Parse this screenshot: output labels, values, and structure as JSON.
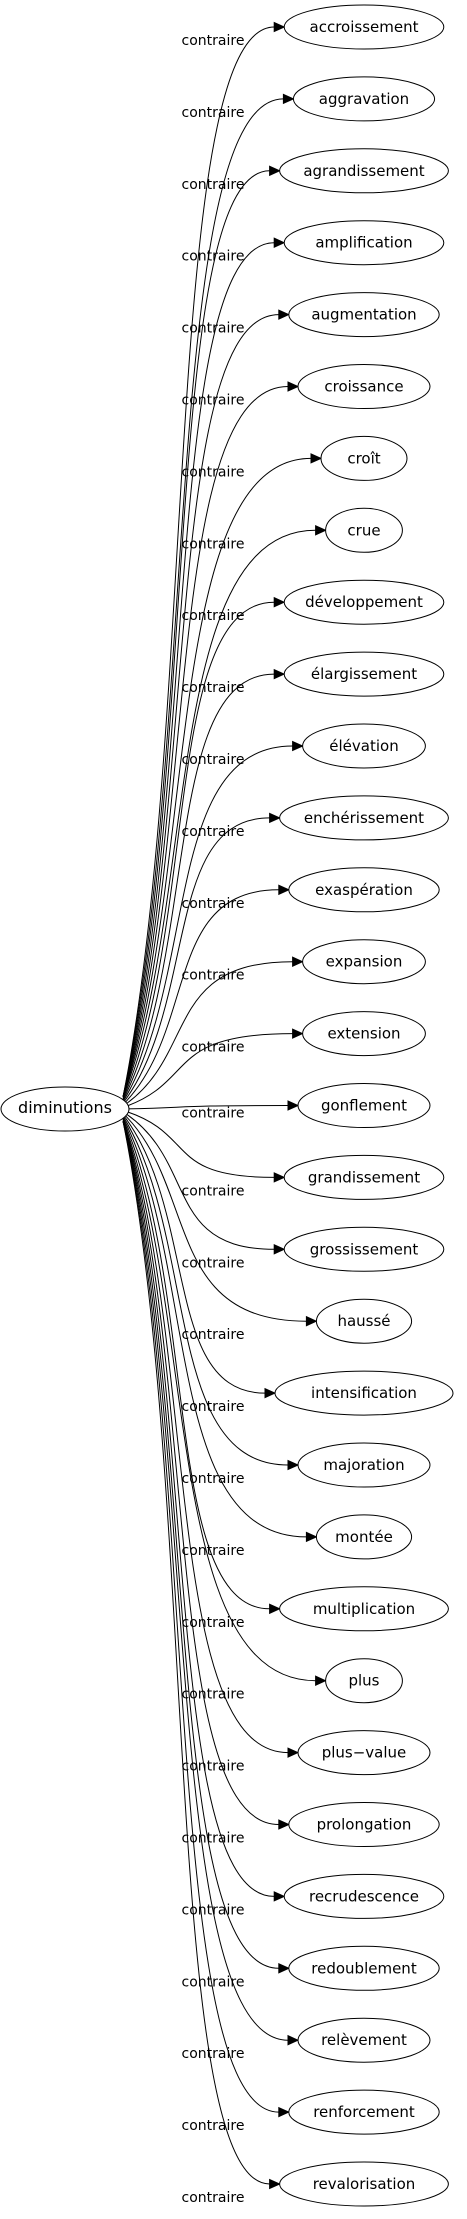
{
  "graph": {
    "center": {
      "label": "diminutions"
    },
    "edge_label": "contraire",
    "targets": [
      "accroissement",
      "aggravation",
      "agrandissement",
      "amplification",
      "augmentation",
      "croissance",
      "croît",
      "crue",
      "développement",
      "élargissement",
      "élévation",
      "enchérissement",
      "exaspération",
      "expansion",
      "extension",
      "gonflement",
      "grandissement",
      "grossissement",
      "haussé",
      "intensification",
      "majoration",
      "montée",
      "multiplication",
      "plus",
      "plus−value",
      "prolongation",
      "recrudescence",
      "redoublement",
      "relèvement",
      "renforcement",
      "revalorisation"
    ]
  }
}
